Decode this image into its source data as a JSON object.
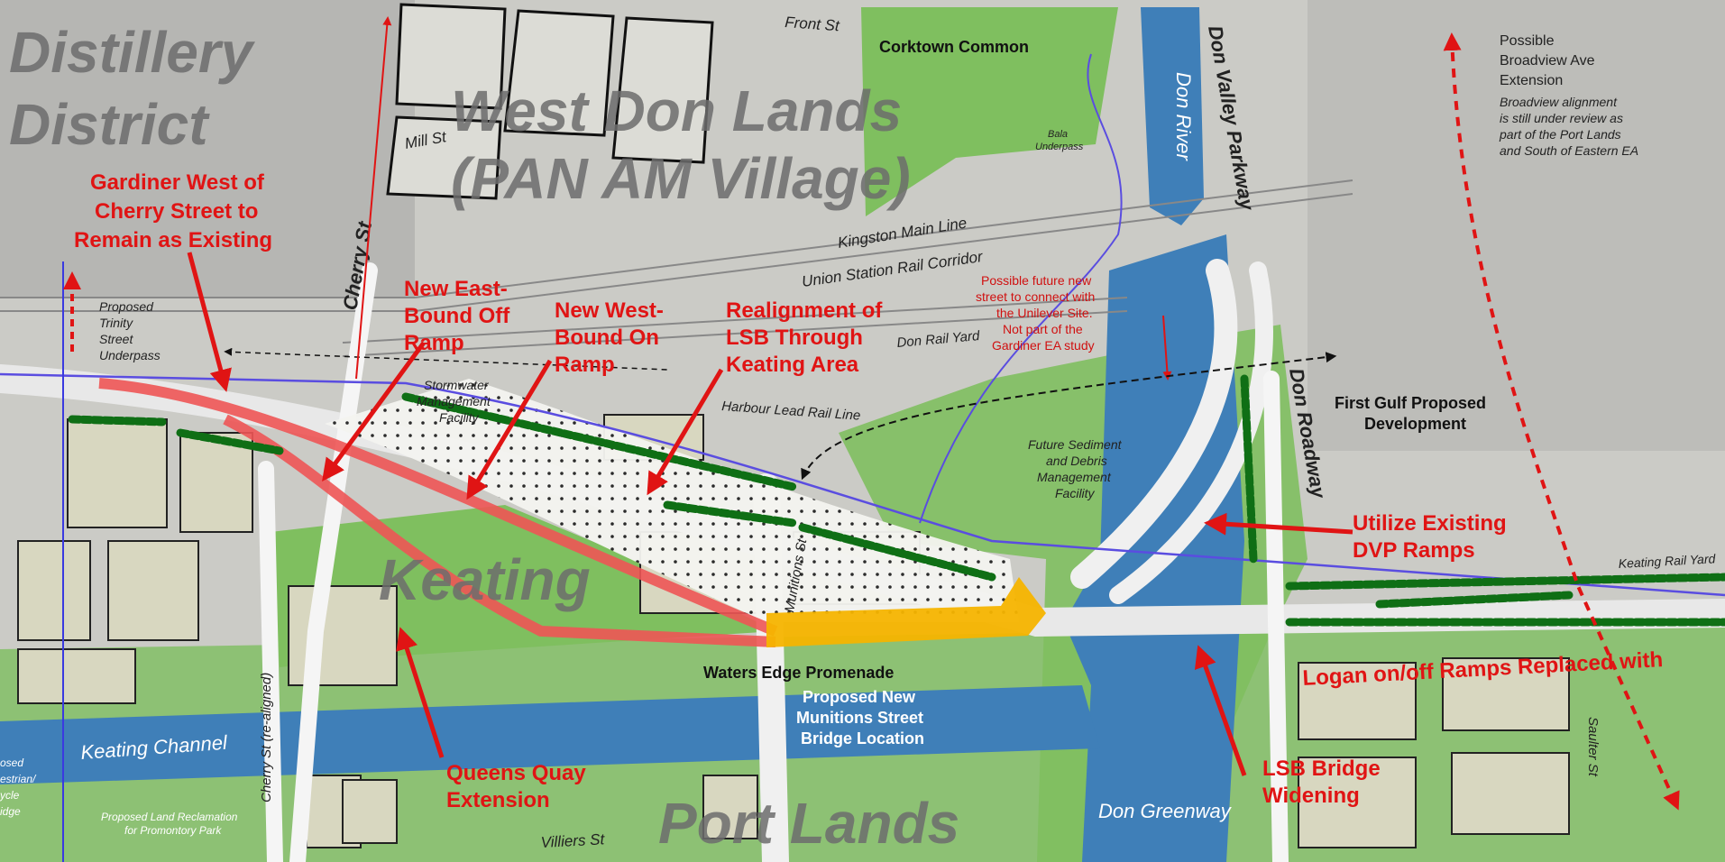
{
  "areas": {
    "distillery": [
      "Distillery",
      "District"
    ],
    "west_don_lands": [
      "West Don Lands",
      "(PAN AM Village)"
    ],
    "keating": "Keating",
    "port_lands": "Port Lands"
  },
  "places": {
    "corktown_common": "Corktown Common",
    "first_gulf": [
      "First Gulf Proposed",
      "Development"
    ],
    "waters_edge": "Waters Edge Promenade",
    "munitions_bridge": [
      "Proposed New",
      "Munitions Street",
      "Bridge Location"
    ],
    "stormwater": [
      "Stormwater",
      "Management",
      "Facility"
    ],
    "sediment": [
      "Future Sediment",
      "and Debris",
      "Management",
      "Facility"
    ],
    "bala": [
      "Bala",
      "Underpass"
    ],
    "trinity": [
      "Proposed",
      "Trinity",
      "Street",
      "Underpass"
    ],
    "land_reclamation": [
      "Proposed Land Reclamation",
      "for Promontory Park"
    ],
    "pedestrian_bridge": [
      "osed",
      "estrian/",
      "ycle",
      "idge"
    ]
  },
  "streets": {
    "front": "Front St",
    "mill": "Mill St",
    "cherry": "Cherry St",
    "cherry_realigned": "Cherry St (re-aligned)",
    "kingston": "Kingston Main Line",
    "union": "Union Station Rail Corridor",
    "don_rail_yard": "Don Rail Yard",
    "harbour_lead": "Harbour Lead Rail Line",
    "munitions": "Munitions St",
    "dvp": "Don Valley Parkway",
    "don_roadway": "Don Roadway",
    "keating_rail_yard": "Keating Rail Yard",
    "saulter": "Saulter St",
    "villiers": "Villiers St"
  },
  "water": {
    "don_river": "Don River",
    "keating_channel": "Keating Channel",
    "don_greenway": "Don Greenway"
  },
  "broadview": {
    "title": [
      "Possible",
      "Broadview Ave",
      "Extension"
    ],
    "note": [
      "Broadview alignment",
      "is still under review as",
      "part of the Port Lands",
      "and South of Eastern EA"
    ]
  },
  "future_street_note": [
    "Possible future new",
    "street to connect with",
    "the Unilever Site.",
    "Not part of the",
    "Gardiner EA study"
  ],
  "callouts": {
    "gardiner_west": [
      "Gardiner West of",
      "Cherry Street to",
      "Remain as Existing"
    ],
    "eb_off": [
      "New East-",
      "Bound Off",
      "Ramp"
    ],
    "wb_on": [
      "New West-",
      "Bound On",
      "Ramp"
    ],
    "realignment": [
      "Realignment of",
      "LSB Through",
      "Keating Area"
    ],
    "dvp_ramps": [
      "Utilize Existing",
      "DVP Ramps"
    ],
    "logan": "Logan on/off Ramps Replaced with",
    "queens_quay": [
      "Queens Quay",
      "Extension"
    ],
    "lsb_bridge": [
      "LSB Bridge",
      "Widening"
    ]
  },
  "colors": {
    "callout": "#e01414",
    "green_space": "#7fbf5f",
    "water": "#3f7fb8",
    "ramp": "#ee5555",
    "bridge": "#f5b400",
    "rail": "#5a4de0"
  }
}
